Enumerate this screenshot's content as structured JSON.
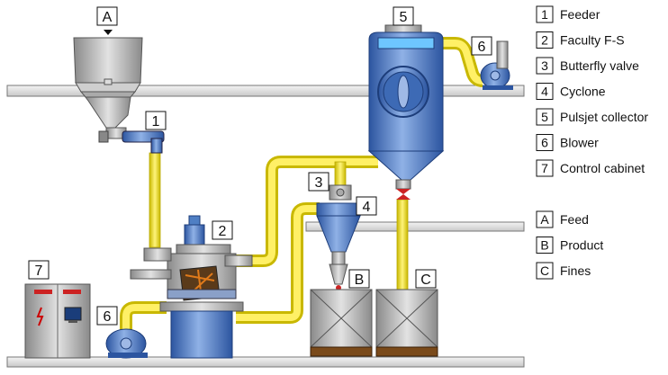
{
  "callouts": {
    "feed_hopper": "A",
    "feeder": "1",
    "mill": "2",
    "valve": "3",
    "cyclone": "4",
    "collector": "5",
    "blower_top": "6",
    "blower_bottom": "6",
    "cabinet": "7",
    "product_bin": "B",
    "fines_bin": "C"
  },
  "legend": {
    "items": [
      {
        "key": "1",
        "label": "Feeder"
      },
      {
        "key": "2",
        "label": "Faculty  F-S"
      },
      {
        "key": "3",
        "label": "Butterfly valve"
      },
      {
        "key": "4",
        "label": "Cyclone"
      },
      {
        "key": "5",
        "label": "Pulsjet collector"
      },
      {
        "key": "6",
        "label": "Blower"
      },
      {
        "key": "7",
        "label": "Control cabinet"
      }
    ],
    "outputs": [
      {
        "key": "A",
        "label": "Feed"
      },
      {
        "key": "B",
        "label": "Product"
      },
      {
        "key": "C",
        "label": "Fines"
      }
    ]
  },
  "colors": {
    "pipe": "#f5e94a",
    "pipe_edge": "#c8b400",
    "steel_blue": "#4f7fc4",
    "floor": "#e6e6e6"
  }
}
